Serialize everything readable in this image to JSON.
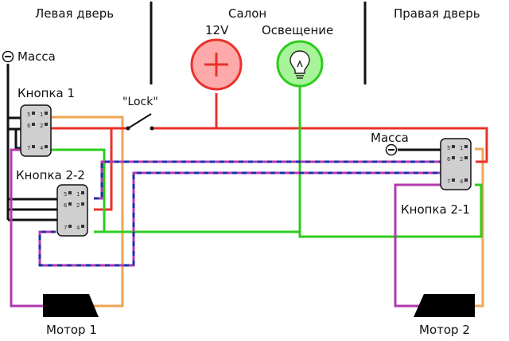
{
  "sections": {
    "left_door": "Левая дверь",
    "cabin": "Салон",
    "right_door": "Правая дверь"
  },
  "power": {
    "label": "12V",
    "symbol": "+",
    "color": "#e8322b"
  },
  "lighting": {
    "label": "Освещение",
    "color": "#2ecc1e"
  },
  "ground_left": {
    "symbol": "−",
    "label": "Масса"
  },
  "ground_right": {
    "symbol": "−",
    "label": "Масса"
  },
  "lock_switch": {
    "label": "\"Lock\""
  },
  "buttons": {
    "b1": {
      "label": "Кнопка 1",
      "pins": [
        "5",
        "1",
        "6",
        "2",
        "7",
        "4"
      ]
    },
    "b22": {
      "label": "Кнопка 2-2",
      "pins": [
        "5",
        "1",
        "6",
        "2",
        "7",
        "4"
      ]
    },
    "b21": {
      "label": "Кнопка 2-1",
      "pins": [
        "5",
        "1",
        "6",
        "2",
        "7",
        "4"
      ]
    }
  },
  "motors": {
    "m1": {
      "label": "Мотор 1"
    },
    "m2": {
      "label": "Мотор 2"
    }
  },
  "wire_colors": {
    "power_red": "#e8322b",
    "light_green": "#2ecc1e",
    "ground_black": "#111111",
    "orange": "#f0a555",
    "purple": "#b03ab0",
    "blue": "#1f2ea8"
  }
}
